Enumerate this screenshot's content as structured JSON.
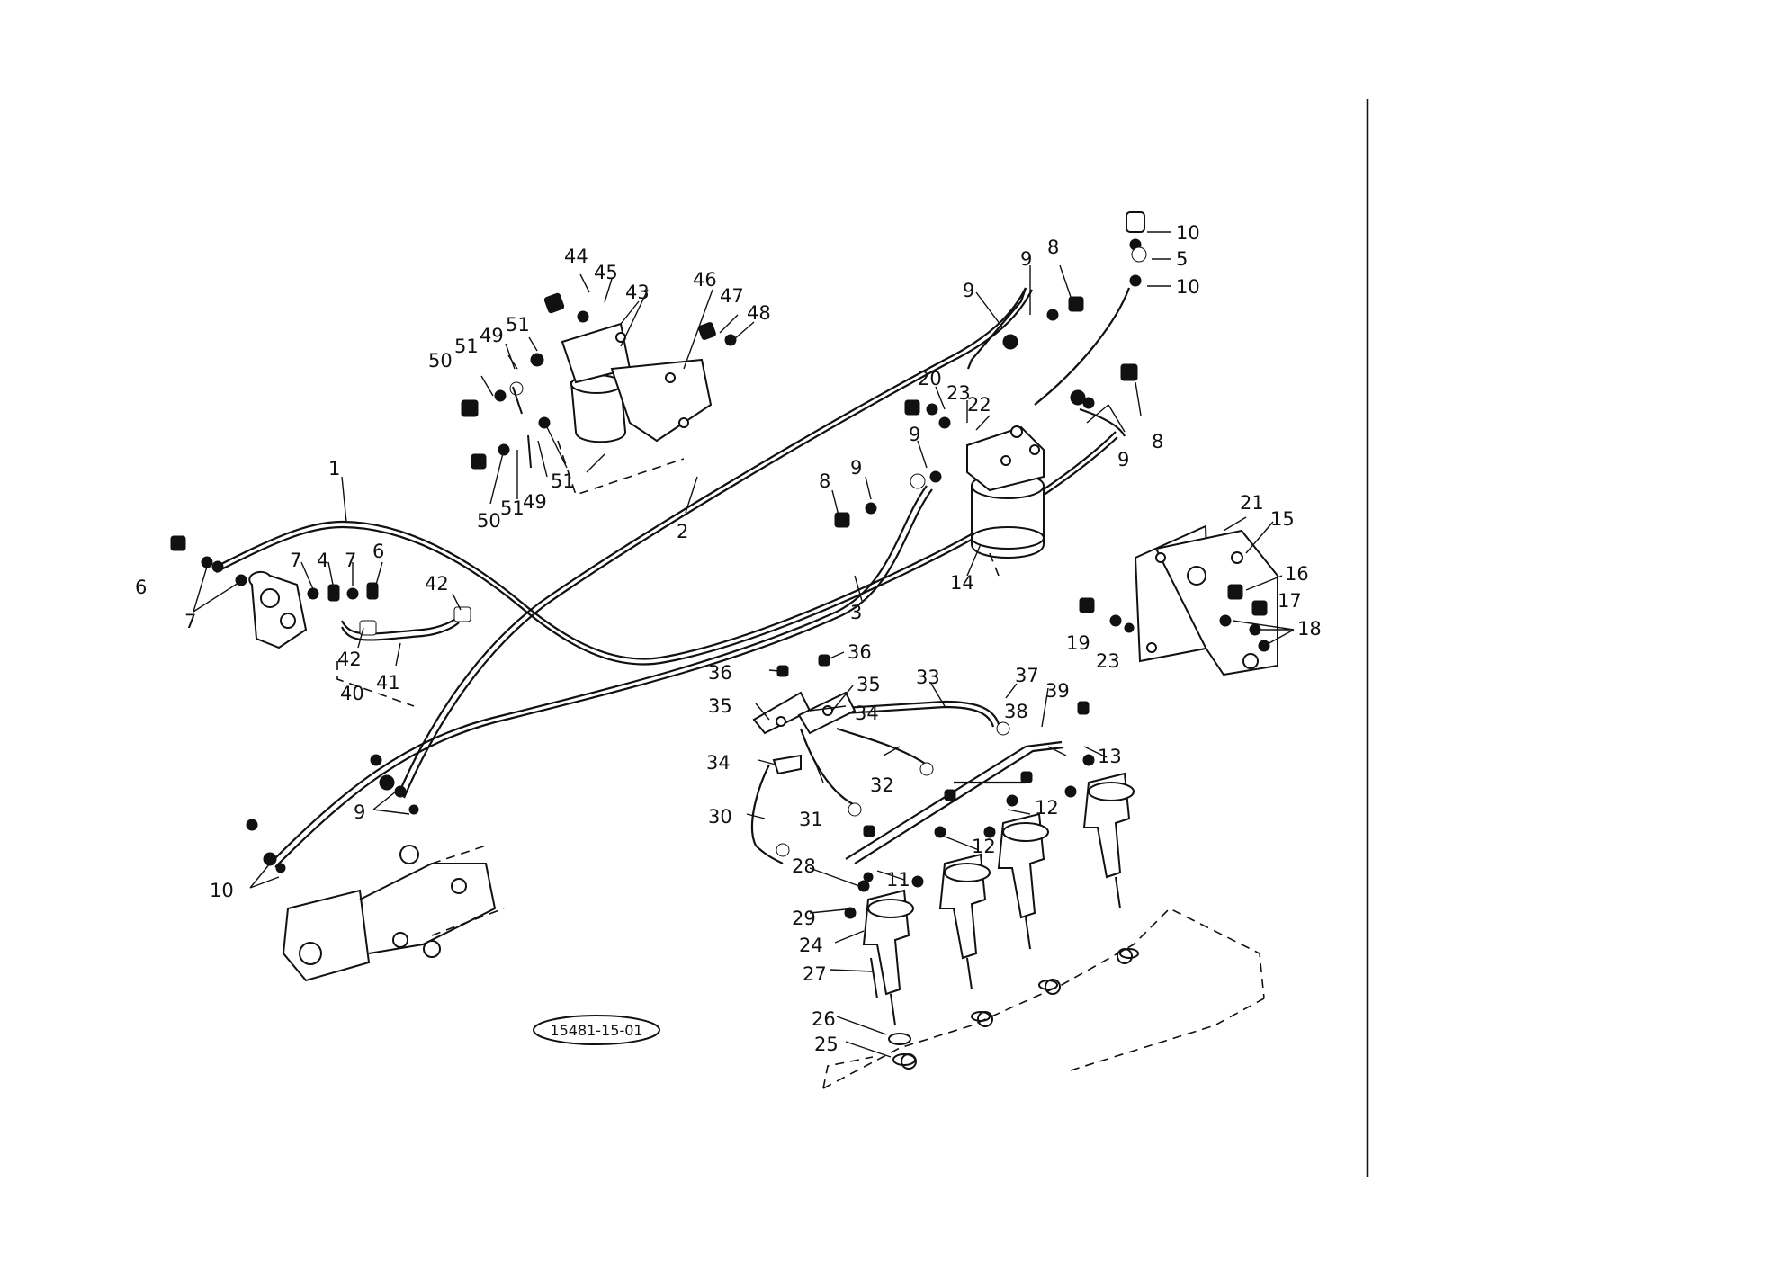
{
  "diagram_code": "15481-15-01",
  "part_numbers": [
    "1",
    "2",
    "3",
    "4",
    "5",
    "6",
    "7",
    "8",
    "9",
    "10",
    "11",
    "12",
    "13",
    "14",
    "15",
    "16",
    "17",
    "18",
    "19",
    "20",
    "21",
    "22",
    "23",
    "24",
    "25",
    "26",
    "27",
    "28",
    "29",
    "30",
    "31",
    "32",
    "33",
    "34",
    "35",
    "36",
    "37",
    "38",
    "39",
    "40",
    "41",
    "42",
    "43",
    "44",
    "45",
    "46",
    "47",
    "48",
    "49",
    "50",
    "51"
  ]
}
